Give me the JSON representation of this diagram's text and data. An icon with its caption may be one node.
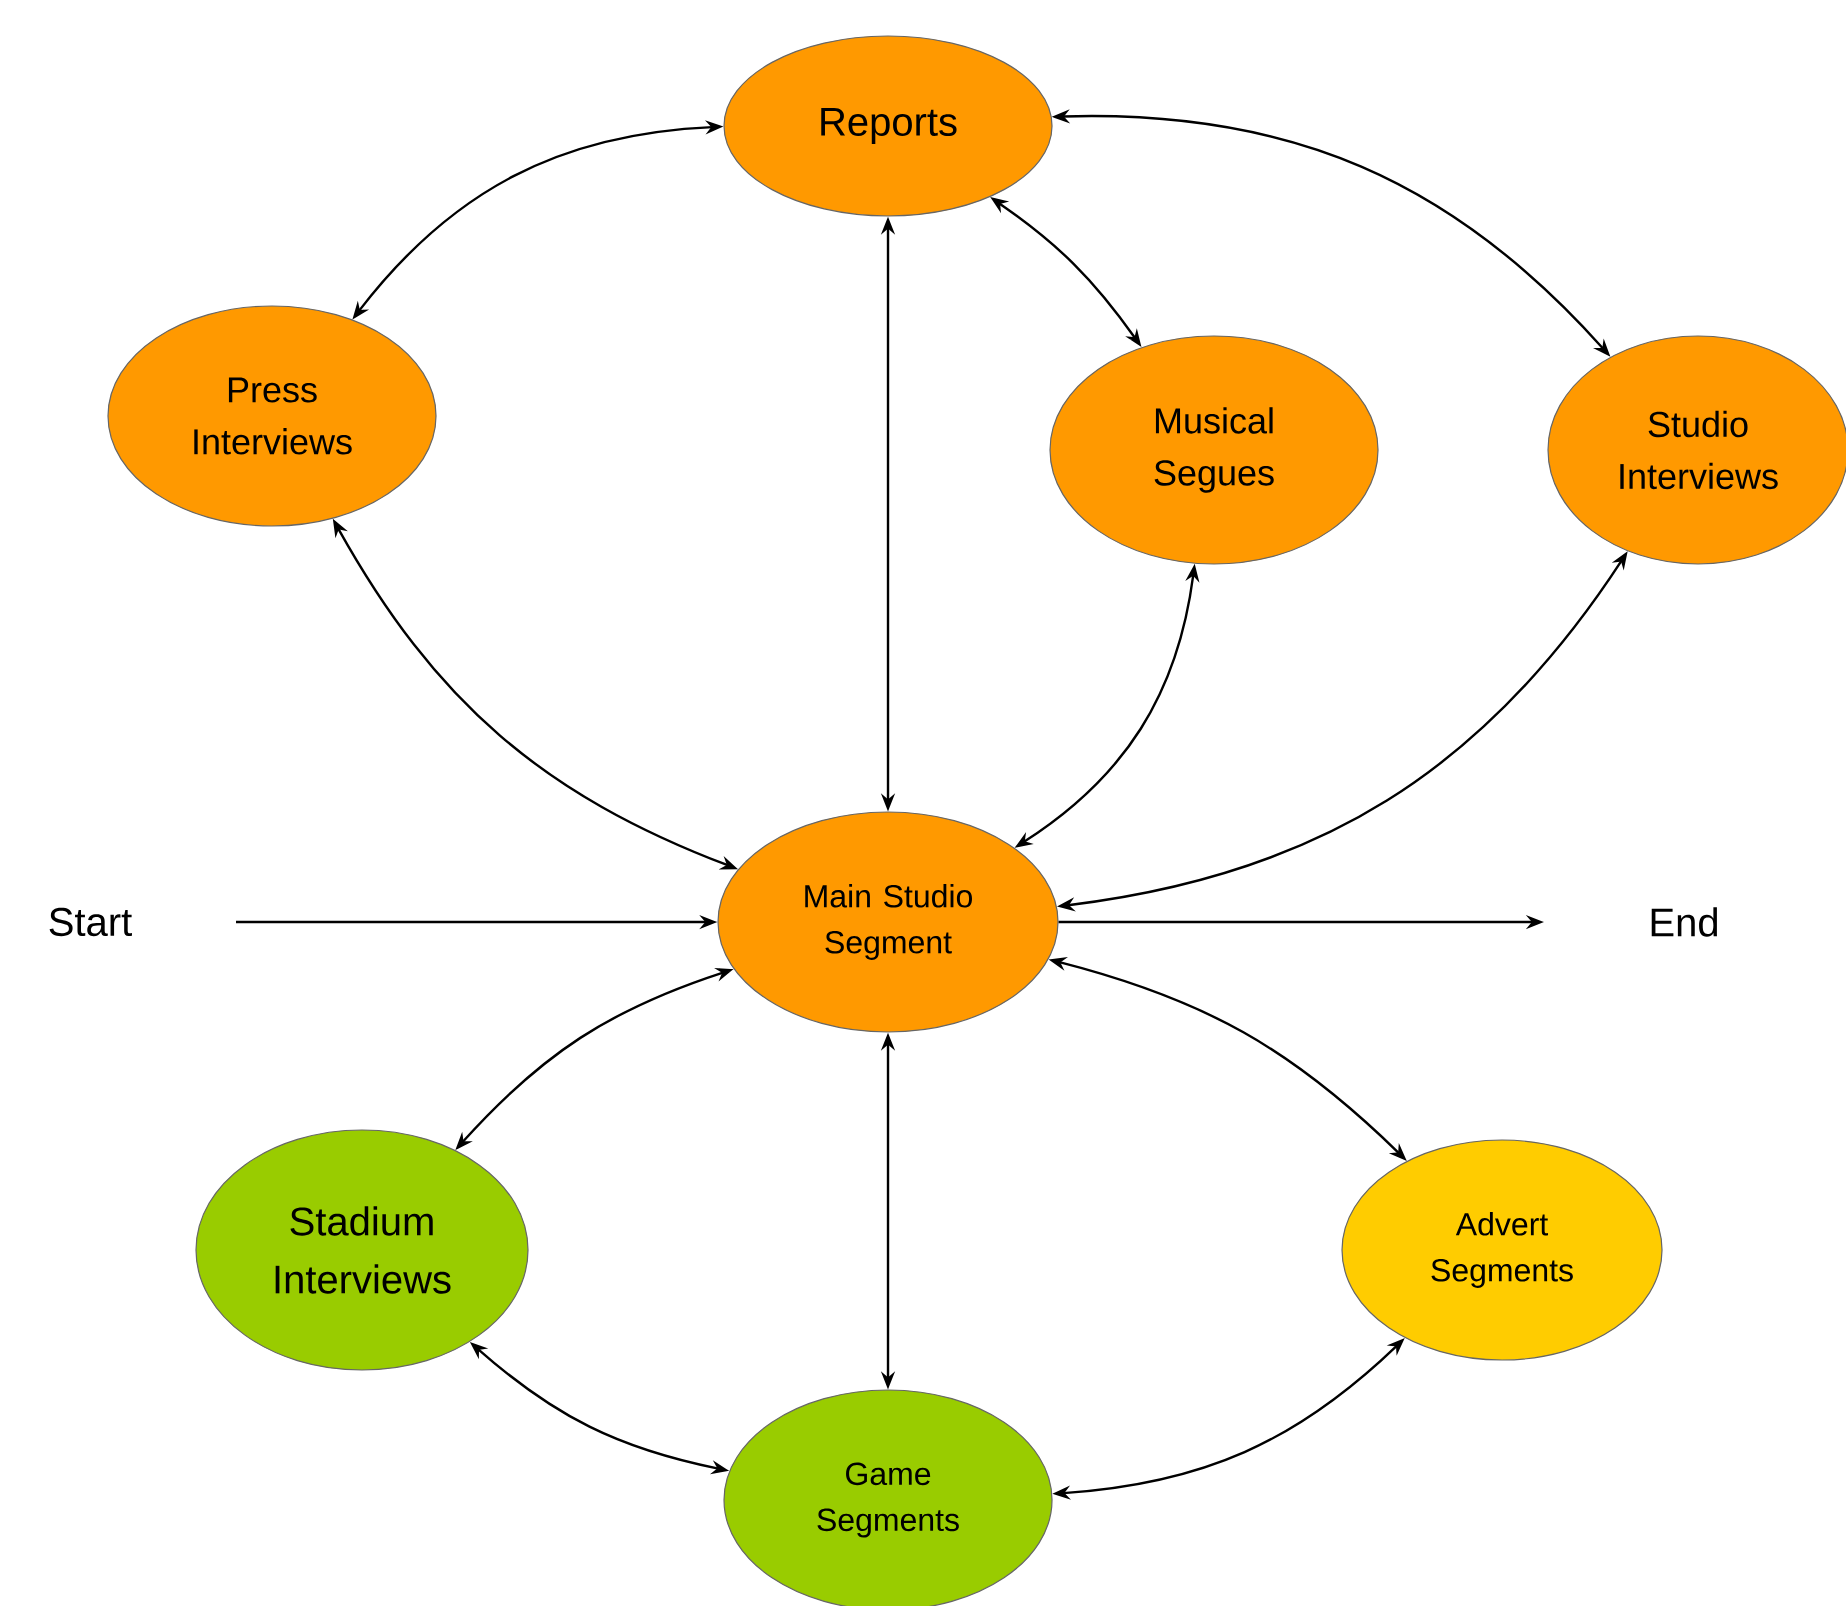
{
  "diagram": {
    "nodes": [
      {
        "text": [
          "Reports"
        ]
      },
      {
        "text": [
          "Press Interviews"
        ]
      },
      {
        "text": [
          "Musical Segues"
        ]
      },
      {
        "text": [
          "Studio Interviews"
        ]
      },
      {
        "text": [
          "Main Studio Segment"
        ]
      },
      {
        "text": [
          "Start"
        ]
      },
      {
        "text": [
          "End"
        ]
      },
      {
        "text": [
          "Stadium Interviews"
        ]
      },
      {
        "text": [
          "Advert Segments"
        ]
      },
      {
        "text": [
          "Game Segments"
        ]
      }
    ],
    "edges": [
      {
        "from": 0,
        "to": 1,
        "arrow": "both"
      },
      {
        "from": 0,
        "to": 2,
        "arrow": "both"
      },
      {
        "from": 0,
        "to": 3,
        "arrow": "both"
      },
      {
        "from": 0,
        "to": 4,
        "arrow": "both"
      },
      {
        "from": 1,
        "to": 4,
        "arrow": "both"
      },
      {
        "from": 2,
        "to": 4,
        "arrow": "both"
      },
      {
        "from": 3,
        "to": 4,
        "arrow": "both"
      },
      {
        "from": 5,
        "to": 4,
        "arrow": "to"
      },
      {
        "from": 4,
        "to": 6,
        "arrow": "to"
      },
      {
        "from": 4,
        "to": 7,
        "arrow": "both"
      },
      {
        "from": 4,
        "to": 9,
        "arrow": "both"
      },
      {
        "from": 4,
        "to": 8,
        "arrow": "both"
      },
      {
        "from": 7,
        "to": 9,
        "arrow": "both"
      },
      {
        "from": 9,
        "to": 8,
        "arrow": "both"
      }
    ]
  }
}
